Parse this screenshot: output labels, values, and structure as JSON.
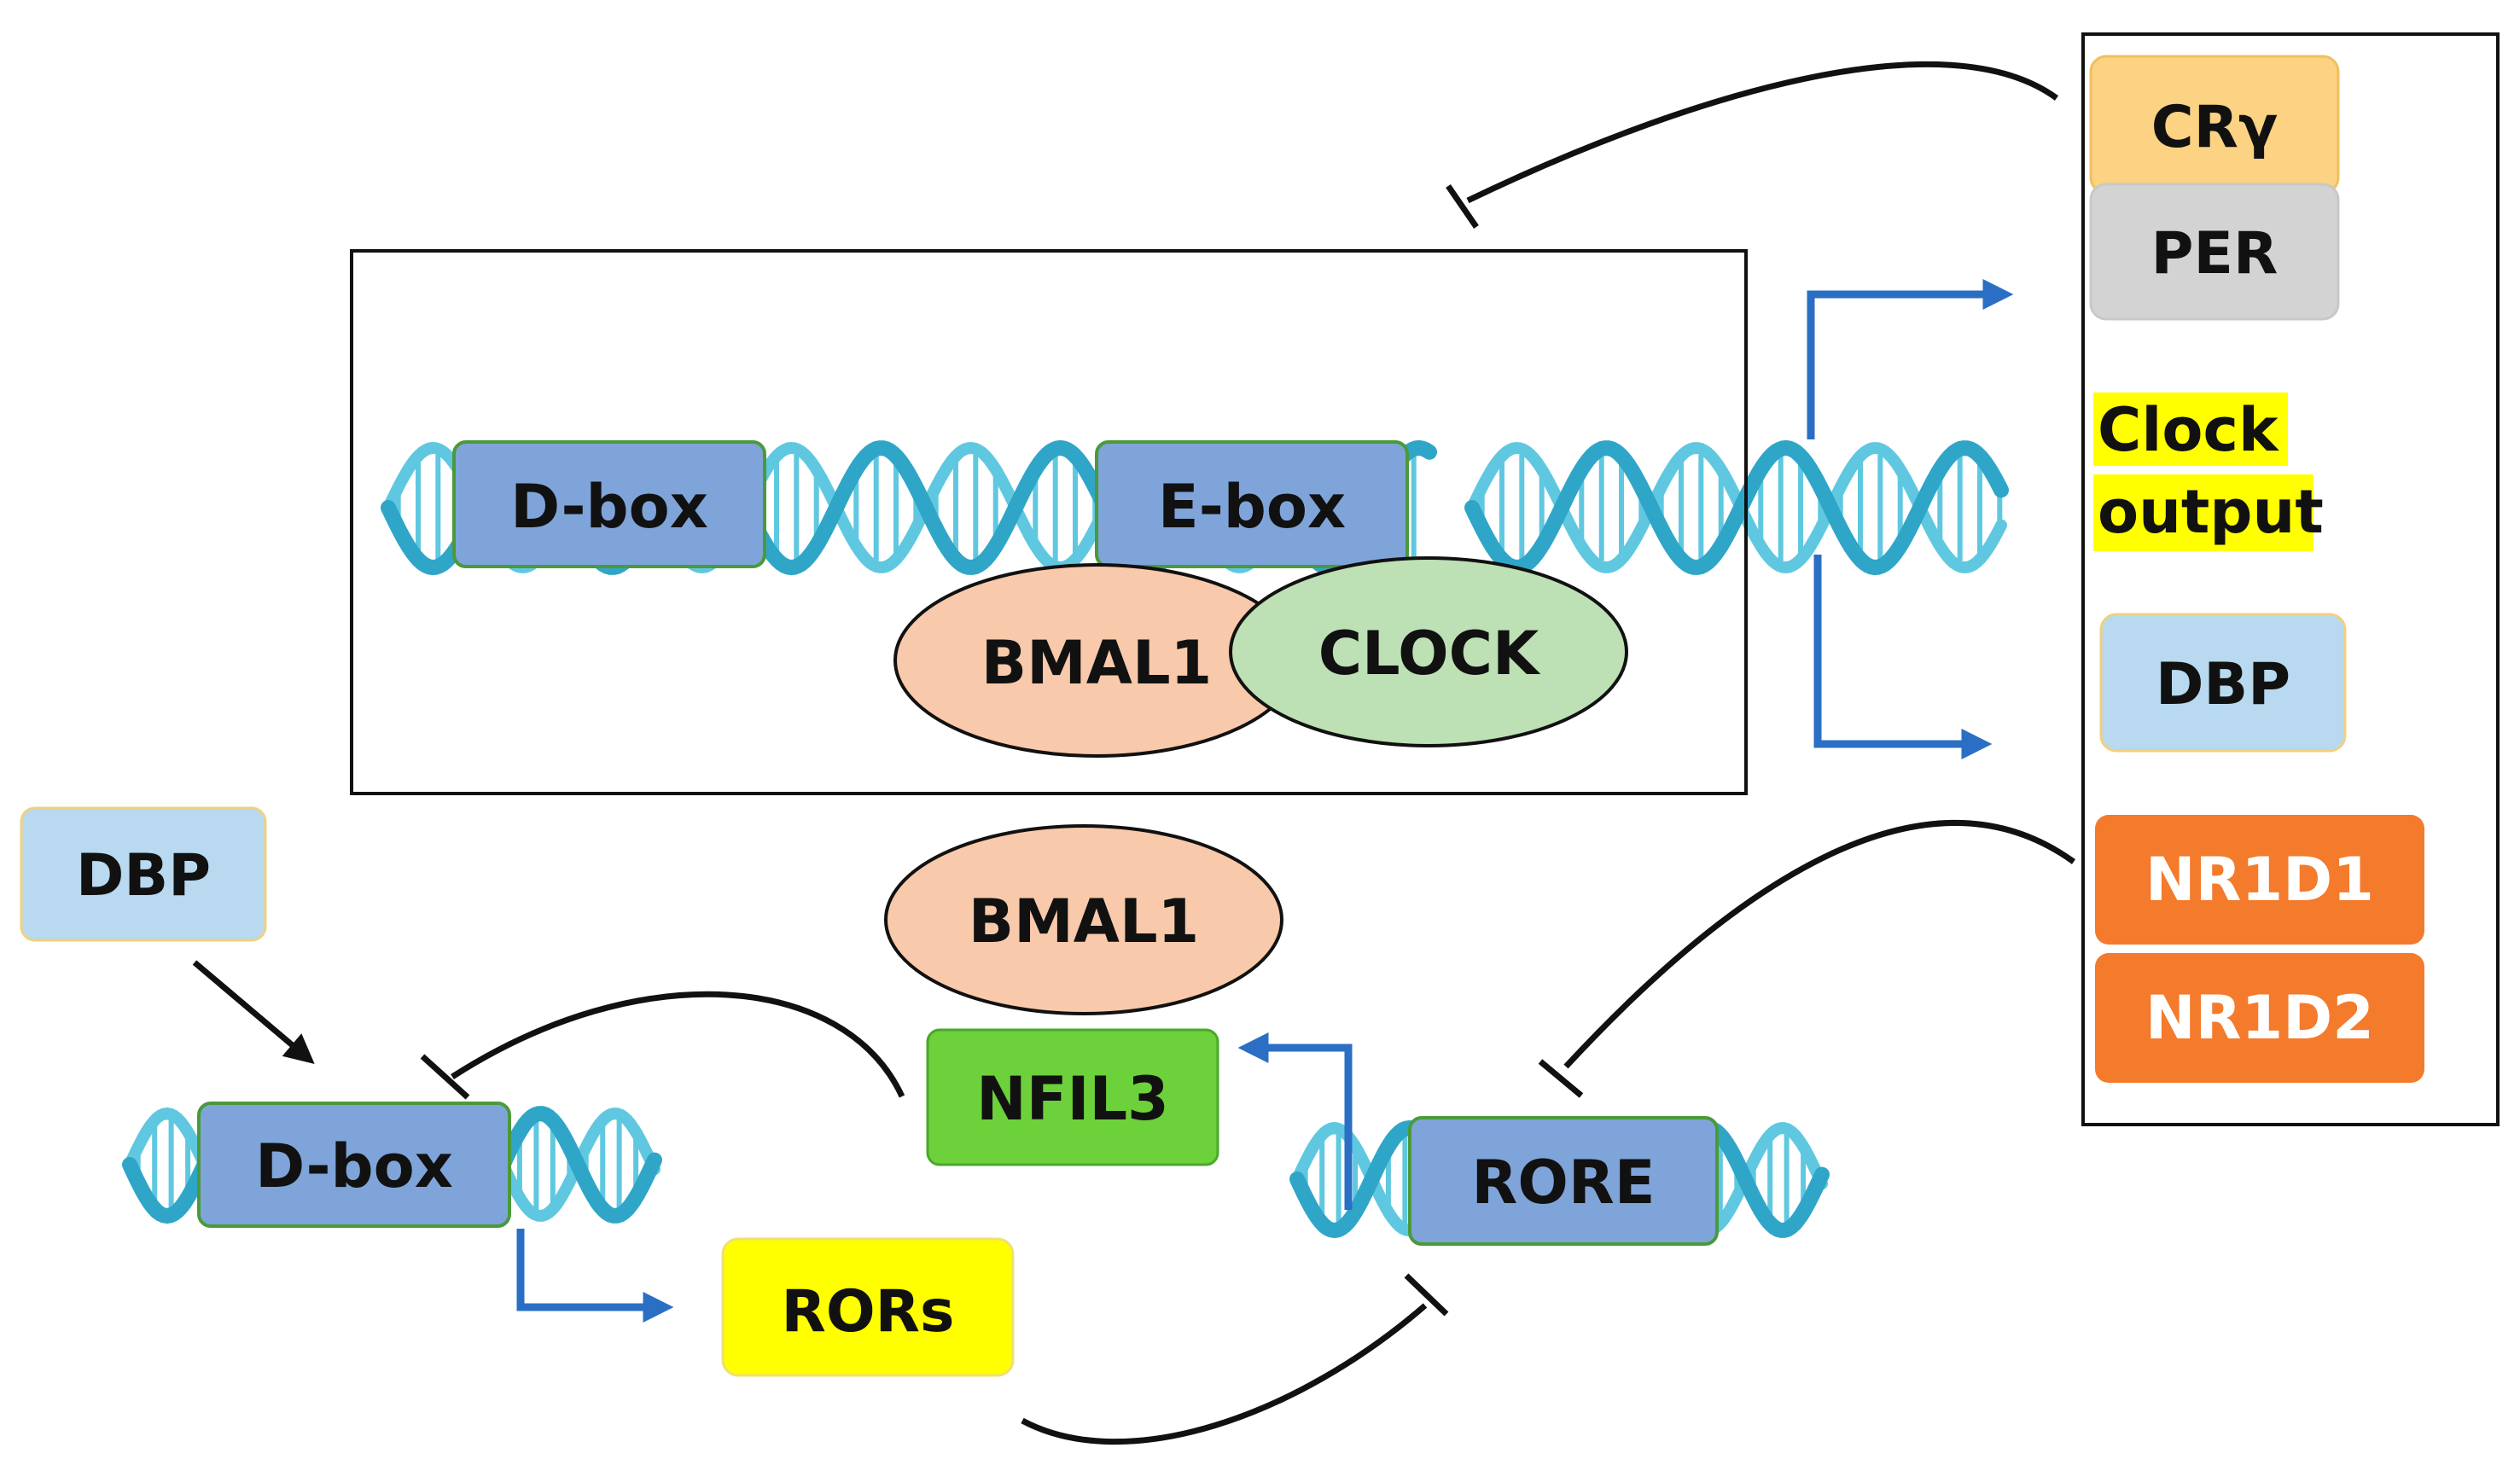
{
  "colors": {
    "box_blue": "#7fa4d9",
    "box_blue_border": "#4a9a3a",
    "bmal1": "#f8c9aa",
    "clock": "#bde0b5",
    "cry": "#fcd283",
    "per": "#d3d3d3",
    "dbp": "#b8d9ef",
    "nr1d": "#f47a2c",
    "nfil3": "#6cd13a",
    "rors": "#ffff00",
    "highlight": "#ffff00",
    "arrow_blue": "#2a6fc4",
    "dna_main": "#2fa6c8",
    "dna_light": "#5fc8e0"
  },
  "top_complex": {
    "dbox_label": "D-box",
    "ebox_label": "E-box",
    "bmal1_label": "BMAL1",
    "clock_label": "CLOCK"
  },
  "legend": {
    "cry_label": "CRγ",
    "per_label": "PER",
    "clock_output_line1": "Clock",
    "clock_output_line2": "output",
    "dbp_label": "DBP",
    "nr1d1_label": "NR1D1",
    "nr1d2_label": "NR1D2"
  },
  "lower": {
    "dbp_label": "DBP",
    "dbox_label": "D-box",
    "bmal1_label": "BMAL1",
    "nfil3_label": "NFIL3",
    "rore_label": "RORE",
    "rors_label": "RORs"
  }
}
